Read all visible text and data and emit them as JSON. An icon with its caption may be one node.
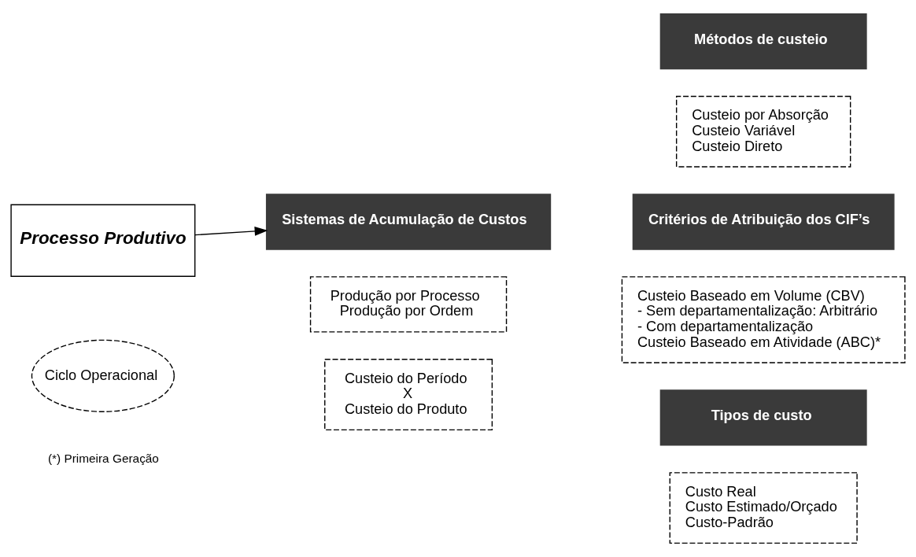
{
  "diagram": {
    "nodes": [
      {
        "text": [
          "Processo Produtivo"
        ]
      },
      {
        "text": [
          "Sistemas de Acumulação de Custos"
        ]
      },
      {
        "text": [
          "Ciclo Operacional"
        ]
      },
      {
        "text": [
          "Produção por Processo",
          "Produção por Ordem"
        ]
      },
      {
        "text": [
          "Custeio do Período",
          "X",
          "Custeio do Produto"
        ]
      },
      {
        "text": [
          "Métodos de custeio"
        ]
      },
      {
        "text": [
          "Custeio por Absorção",
          "Custeio Variável",
          "Custeio Direto"
        ]
      },
      {
        "text": [
          "Critérios de Atribuição dos CIF’s"
        ]
      },
      {
        "text": [
          "Custeio Baseado em Volume (CBV)",
          "- Sem departamentalização: Arbitrário",
          "- Com departamentalização",
          "Custeio Baseado em Atividade (ABC)*"
        ]
      },
      {
        "text": [
          "Tipos de custo"
        ]
      },
      {
        "text": [
          "Custo Real",
          "Custo Estimado/Orçado",
          "Custo-Padrão"
        ]
      }
    ],
    "edges": [
      {
        "from": 0,
        "to": 1,
        "arrow": "to"
      }
    ],
    "labels": [
      "(*) Primeira Geração"
    ]
  }
}
